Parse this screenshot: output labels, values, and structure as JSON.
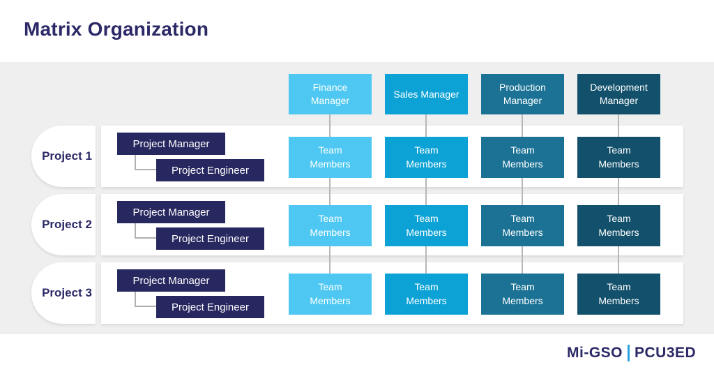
{
  "title": "Matrix Organization",
  "colors": {
    "panel": "#efeff0",
    "navy": "#282861",
    "title_navy": "#2b2966",
    "line_gray": "#b7b7b7",
    "finance": "#4ec8f2",
    "sales": "#0ca2d5",
    "production": "#1b7295",
    "development": "#12506b",
    "logo_bar_blue": "#2aa3dc"
  },
  "managers": [
    {
      "label": "Finance Manager",
      "color": "#4ec8f2"
    },
    {
      "label": "Sales Manager",
      "color": "#0ca2d5"
    },
    {
      "label": "Production Manager",
      "color": "#1b7295"
    },
    {
      "label": "Development Manager",
      "color": "#12506b"
    }
  ],
  "team_cell_label": "Team Members",
  "projects": [
    {
      "label": "Project 1",
      "manager_role": "Project Manager",
      "engineer_role": "Project Engineer"
    },
    {
      "label": "Project 2",
      "manager_role": "Project Manager",
      "engineer_role": "Project Engineer"
    },
    {
      "label": "Project 3",
      "manager_role": "Project Manager",
      "engineer_role": "Project Engineer"
    }
  ],
  "logo": {
    "left": "Mi-GSO",
    "right": "PCU3ED"
  }
}
